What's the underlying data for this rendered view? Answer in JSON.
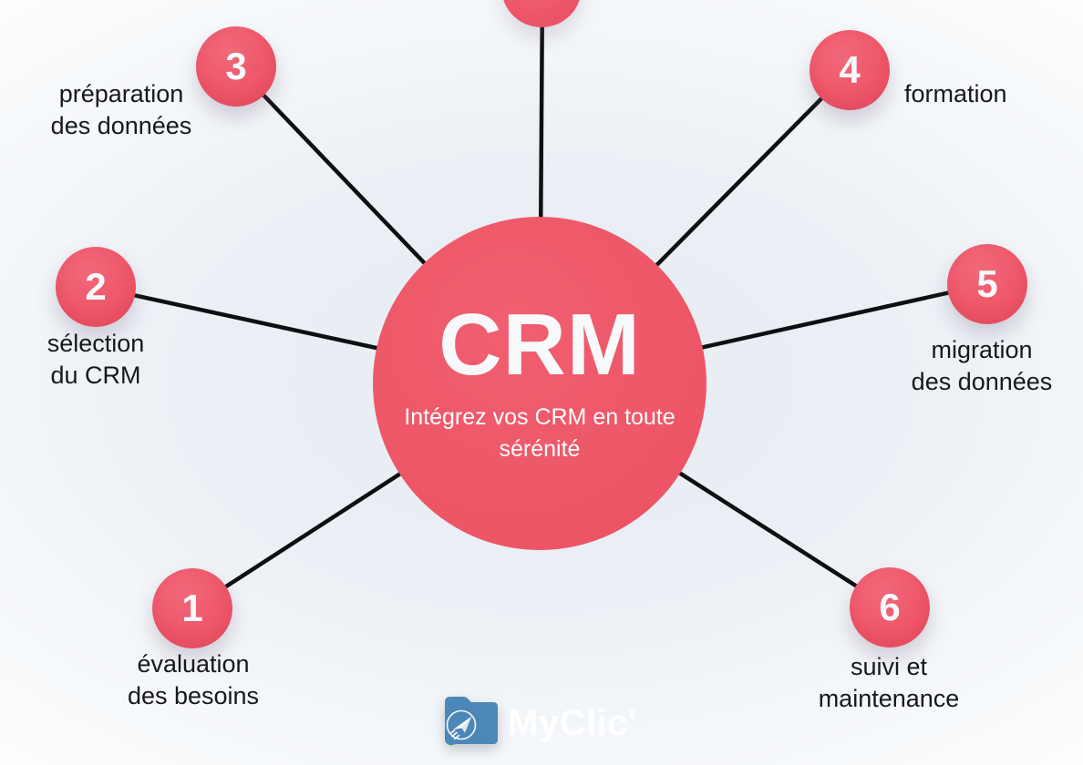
{
  "center": {
    "title": "CRM",
    "subtitle_line1": "Intégrez vos CRM",
    "subtitle_line2": "en toute sérénité"
  },
  "nodes": [
    {
      "number": "1",
      "label_line1": "évaluation",
      "label_line2": "des besoins"
    },
    {
      "number": "2",
      "label_line1": "sélection",
      "label_line2": "du CRM"
    },
    {
      "number": "3",
      "label_line1": "préparation",
      "label_line2": "des données"
    },
    {
      "number": "4",
      "label_line1": "formation",
      "label_line2": ""
    },
    {
      "number": "5",
      "label_line1": "migration",
      "label_line2": "des données"
    },
    {
      "number": "6",
      "label_line1": "suivi et",
      "label_line2": "maintenance"
    }
  ],
  "logo": {
    "text": "MyClic'"
  },
  "colors": {
    "accent": "#ee5767",
    "connector": "#0e0f11",
    "label_text": "#17181c",
    "circle_text": "#f7f8fa",
    "background_shade": "#e7edf4",
    "background_light": "#fdfeff",
    "logo_folder_blue": "#4c87b7",
    "logo_sheet_orange": "#f3a43e",
    "logo_sheet_red": "#e75552",
    "logo_sheet_green": "#3fa065"
  }
}
